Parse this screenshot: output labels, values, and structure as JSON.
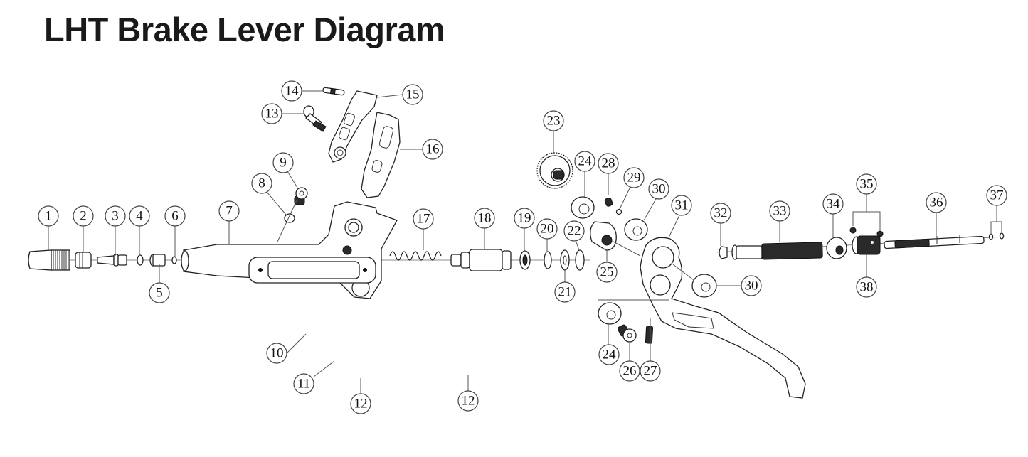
{
  "title": "LHT Brake Lever Diagram",
  "diagram": {
    "callouts": [
      {
        "id": "c1",
        "label": "1"
      },
      {
        "id": "c2",
        "label": "2"
      },
      {
        "id": "c3",
        "label": "3"
      },
      {
        "id": "c4",
        "label": "4"
      },
      {
        "id": "c5",
        "label": "5"
      },
      {
        "id": "c6",
        "label": "6"
      },
      {
        "id": "c7",
        "label": "7"
      },
      {
        "id": "c8",
        "label": "8"
      },
      {
        "id": "c9",
        "label": "9"
      },
      {
        "id": "c10",
        "label": "10"
      },
      {
        "id": "c11",
        "label": "11"
      },
      {
        "id": "c12a",
        "label": "12"
      },
      {
        "id": "c12b",
        "label": "12"
      },
      {
        "id": "c13",
        "label": "13"
      },
      {
        "id": "c14",
        "label": "14"
      },
      {
        "id": "c15",
        "label": "15"
      },
      {
        "id": "c16",
        "label": "16"
      },
      {
        "id": "c17",
        "label": "17"
      },
      {
        "id": "c18",
        "label": "18"
      },
      {
        "id": "c19",
        "label": "19"
      },
      {
        "id": "c20",
        "label": "20"
      },
      {
        "id": "c21",
        "label": "21"
      },
      {
        "id": "c22",
        "label": "22"
      },
      {
        "id": "c23",
        "label": "23"
      },
      {
        "id": "c24a",
        "label": "24"
      },
      {
        "id": "c24b",
        "label": "24"
      },
      {
        "id": "c25",
        "label": "25"
      },
      {
        "id": "c26",
        "label": "26"
      },
      {
        "id": "c27",
        "label": "27"
      },
      {
        "id": "c28",
        "label": "28"
      },
      {
        "id": "c29",
        "label": "29"
      },
      {
        "id": "c30a",
        "label": "30"
      },
      {
        "id": "c30b",
        "label": "30"
      },
      {
        "id": "c31",
        "label": "31"
      },
      {
        "id": "c32",
        "label": "32"
      },
      {
        "id": "c33",
        "label": "33"
      },
      {
        "id": "c34",
        "label": "34"
      },
      {
        "id": "c35",
        "label": "35"
      },
      {
        "id": "c36",
        "label": "36"
      },
      {
        "id": "c37",
        "label": "37"
      },
      {
        "id": "c38",
        "label": "38"
      }
    ]
  }
}
